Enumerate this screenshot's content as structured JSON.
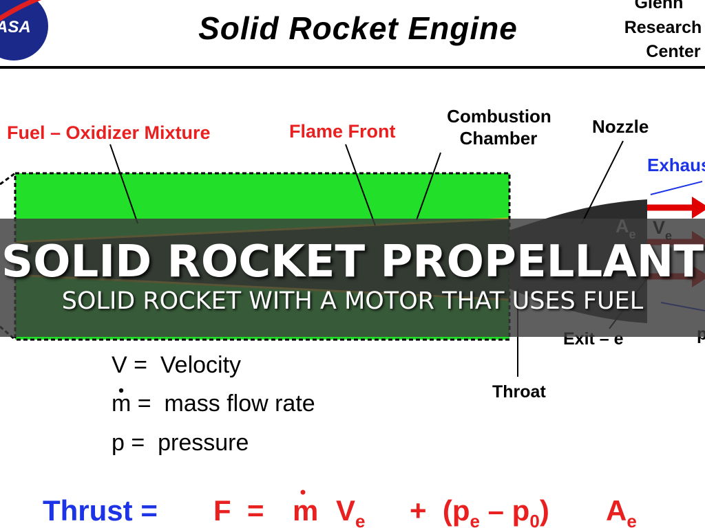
{
  "header": {
    "title": "Solid Rocket Engine",
    "logo_text": "ASA",
    "center_lines": [
      "Glenn",
      "Research",
      "Center"
    ]
  },
  "labels": {
    "fuel_oxidizer": "Fuel – Oxidizer Mixture",
    "flame_front": "Flame Front",
    "combustion_line1": "Combustion",
    "combustion_line2": "Chamber",
    "nozzle": "Nozzle",
    "exhaust": "Exhaus",
    "throat": "Throat",
    "exit": "Exit – e",
    "area_exit": "A",
    "area_exit_sub": "e",
    "velocity_exit": "V",
    "velocity_exit_sub": "e",
    "p_partial": "p"
  },
  "legend": {
    "velocity": "V =  Velocity",
    "mass_flow": "m =  mass flow rate",
    "pressure": "p =  pressure"
  },
  "equation": {
    "lhs": "Thrust =",
    "rhs_f": "F  =",
    "m": "m",
    "v": "V",
    "v_sub": "e",
    "plus": "+  (p",
    "p_sub_e": "e",
    "minus": " – p",
    "p_sub_0": "0",
    "close": ")",
    "a": "A",
    "a_sub": "e"
  },
  "overlay": {
    "title": "SOLID ROCKET PROPELLANT",
    "subtitle": "SOLID ROCKET WITH A MOTOR THAT USES FUEL"
  },
  "colors": {
    "propellant_green": "#22e02a",
    "label_red": "#e82020",
    "equation_blue": "#1c34e6",
    "exhaust_red": "#e00000",
    "nozzle_dark": "#2c2c2c",
    "nasa_blue": "#1b2a8a"
  }
}
